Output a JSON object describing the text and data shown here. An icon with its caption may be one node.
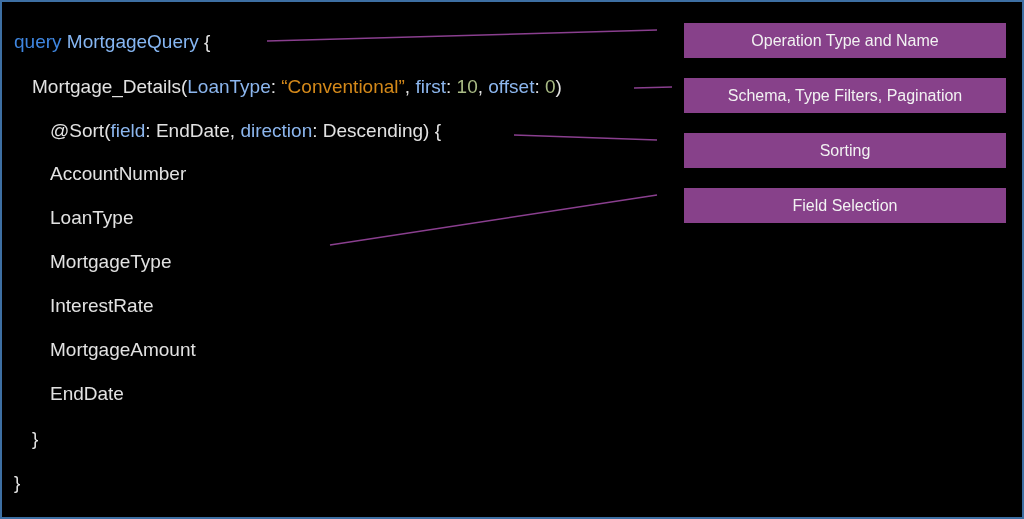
{
  "diagram": {
    "nodes": [
      {
        "text": [
          "Operation Type and Name"
        ]
      },
      {
        "text": [
          "Schema, Type Filters, Pagination"
        ]
      },
      {
        "text": [
          "Sorting"
        ]
      },
      {
        "text": [
          "Field Selection"
        ]
      }
    ],
    "edges": [
      {
        "from": 0,
        "to": null,
        "arrow": "none"
      },
      {
        "from": 1,
        "to": null,
        "arrow": "none"
      },
      {
        "from": 2,
        "to": null,
        "arrow": "none"
      },
      {
        "from": 3,
        "to": null,
        "arrow": "none"
      }
    ],
    "labels": [
      "query MortgageQuery {",
      "Mortgage_Details(LoanType: “Conventional”, first: 10, offset: 0)",
      "@Sort(field: EndDate, direction: Descending) {",
      "AccountNumber",
      "LoanType",
      "MortgageType",
      "InterestRate",
      "MortgageAmount",
      "EndDate",
      "}",
      "}"
    ]
  }
}
